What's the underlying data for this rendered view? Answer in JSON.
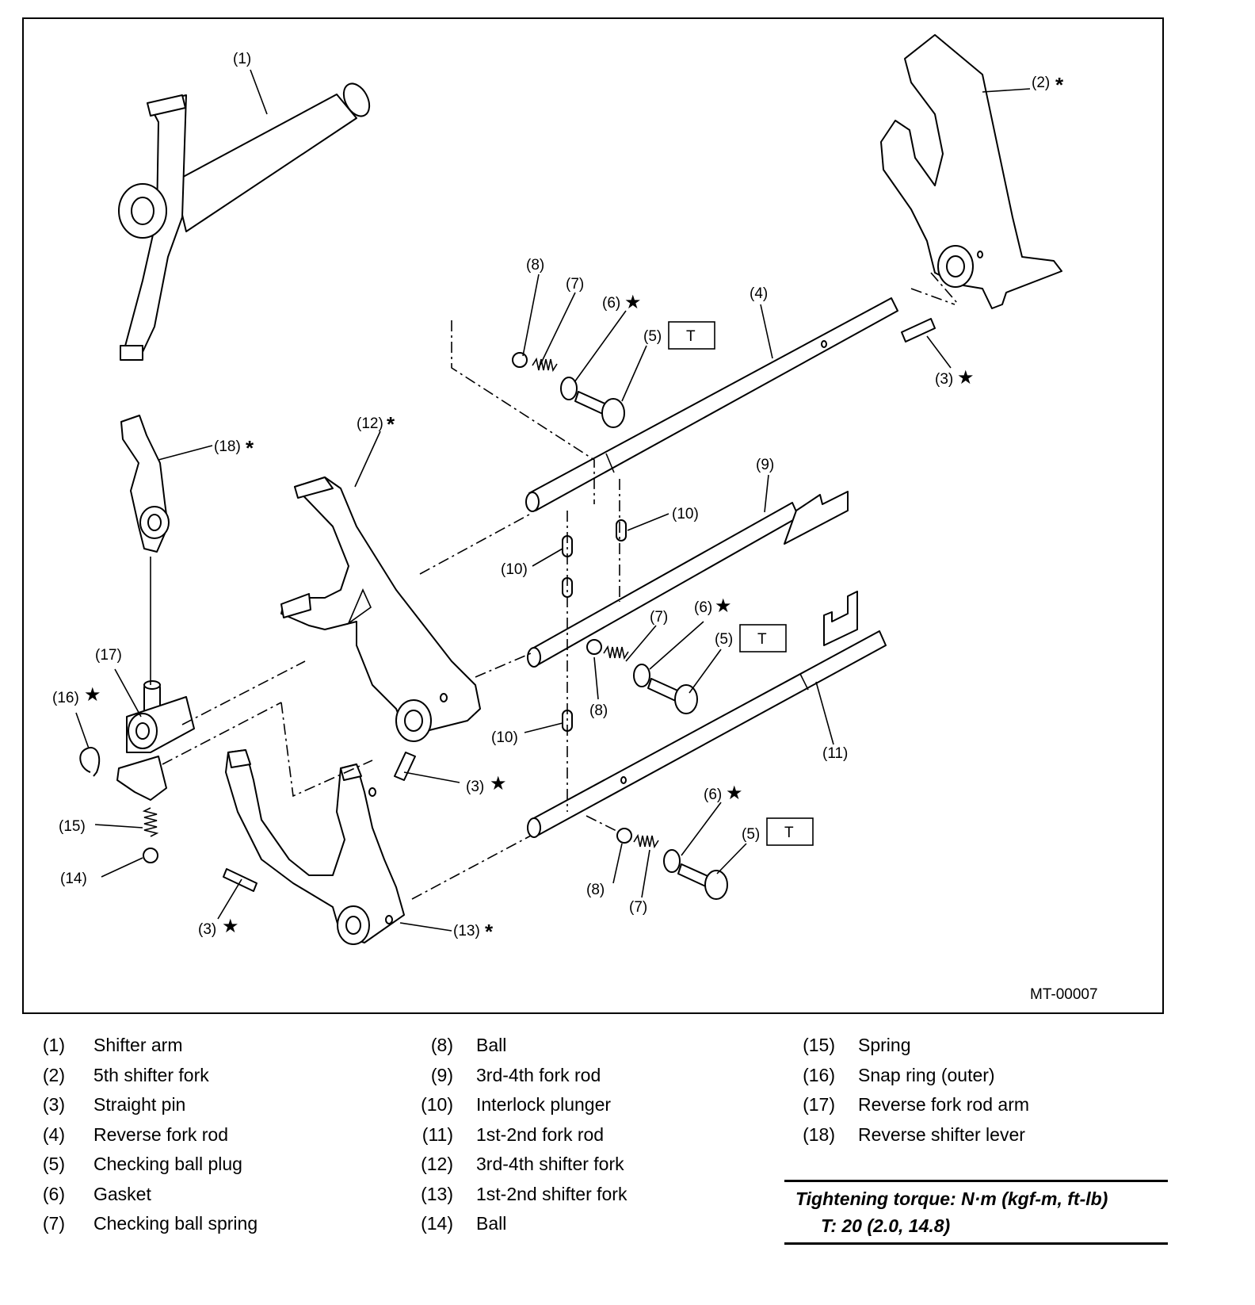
{
  "figure_code": "MT-00007",
  "callouts": {
    "c1": "(1)",
    "c2": "(2)",
    "c3a": "(3)",
    "c3b": "(3)",
    "c3c": "(3)",
    "c4": "(4)",
    "c5a": "(5)",
    "c5b": "(5)",
    "c5c": "(5)",
    "c6a": "(6)",
    "c6b": "(6)",
    "c6c": "(6)",
    "c7a": "(7)",
    "c7b": "(7)",
    "c7c": "(7)",
    "c8a": "(8)",
    "c8b": "(8)",
    "c8c": "(8)",
    "c9": "(9)",
    "c10a": "(10)",
    "c10b": "(10)",
    "c10c": "(10)",
    "c11": "(11)",
    "c12": "(12)",
    "c13": "(13)",
    "c14": "(14)",
    "c15": "(15)",
    "c16": "(16)",
    "c17": "(17)",
    "c18": "(18)"
  },
  "marks": {
    "star": "★",
    "asterisk": "*",
    "torque_letter": "T"
  },
  "legend": {
    "col_a": [
      {
        "num": "(1)",
        "text": "Shifter arm"
      },
      {
        "num": "(2)",
        "text": "5th shifter fork"
      },
      {
        "num": "(3)",
        "text": "Straight pin"
      },
      {
        "num": "(4)",
        "text": "Reverse fork rod"
      },
      {
        "num": "(5)",
        "text": "Checking ball plug"
      },
      {
        "num": "(6)",
        "text": "Gasket"
      },
      {
        "num": "(7)",
        "text": "Checking ball spring"
      }
    ],
    "col_b": [
      {
        "num": "(8)",
        "text": "Ball"
      },
      {
        "num": "(9)",
        "text": "3rd-4th fork rod"
      },
      {
        "num": "(10)",
        "text": "Interlock plunger"
      },
      {
        "num": "(11)",
        "text": "1st-2nd fork rod"
      },
      {
        "num": "(12)",
        "text": "3rd-4th shifter fork"
      },
      {
        "num": "(13)",
        "text": "1st-2nd shifter fork"
      },
      {
        "num": "(14)",
        "text": "Ball"
      }
    ],
    "col_c": [
      {
        "num": "(15)",
        "text": "Spring"
      },
      {
        "num": "(16)",
        "text": "Snap ring (outer)"
      },
      {
        "num": "(17)",
        "text": "Reverse fork rod arm"
      },
      {
        "num": "(18)",
        "text": "Reverse shifter lever"
      }
    ]
  },
  "torque": {
    "title": "Tightening torque: N·m (kgf-m, ft-lb)",
    "value": "T:   20 (2.0, 14.8)"
  }
}
